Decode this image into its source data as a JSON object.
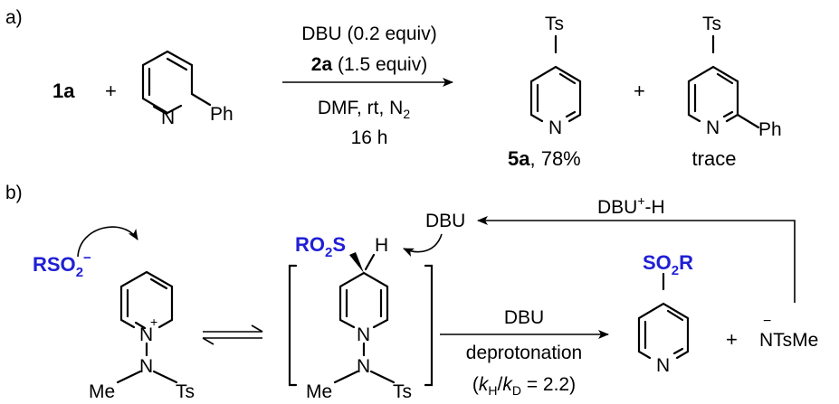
{
  "panel_a": {
    "label": "a)",
    "reactant_1": "1a",
    "plus_1": "+",
    "pyridine_n": "N",
    "pyridine_ph": "Ph",
    "condition_1": "DBU (0.2 equiv)",
    "condition_2_compound": "2a",
    "condition_2_rest": " (1.5 equiv)",
    "condition_3": "DMF, rt, N",
    "condition_3_sub": "2",
    "condition_4": "16 h",
    "product_1_ts": "Ts",
    "product_1_n": "N",
    "product_1_compound": "5a",
    "product_1_yield": ", 78%",
    "plus_2": "+",
    "product_2_ts": "Ts",
    "product_2_n": "N",
    "product_2_ph": "Ph",
    "product_2_yield": "trace"
  },
  "panel_b": {
    "label": "b)",
    "sulfinate_main": "RSO",
    "sulfinate_sub": "2",
    "sulfinate_charge": "−",
    "pyridinium_n": "N",
    "pyridinium_plus": "+",
    "pyridinium_n2": "N",
    "pyridinium_me": "Me",
    "pyridinium_ts": "Ts",
    "intermediate_ro2s_main": "RO",
    "intermediate_ro2s_sub": "2",
    "intermediate_ro2s_s": "S",
    "intermediate_h": "H",
    "intermediate_n": "N",
    "intermediate_n2": "N",
    "intermediate_me": "Me",
    "intermediate_ts": "Ts",
    "dbu_top": "DBU",
    "dbuh_label_main": "DBU",
    "dbuh_label_sup": "+",
    "dbuh_label_rest": "-H",
    "arrow_top": "DBU",
    "arrow_bottom": "deprotonation",
    "kie_open": "(",
    "kie_kh": "k",
    "kie_kh_sub": "H",
    "kie_slash": "/",
    "kie_kd": "k",
    "kie_kd_sub": "D",
    "kie_close": " = 2.2)",
    "product_so2r_main": "SO",
    "product_so2r_sub": "2",
    "product_so2r_r": "R",
    "product_n": "N",
    "plus": "+",
    "amide_charge": "−",
    "amide": "NTsMe"
  },
  "colors": {
    "highlight": "#1f1fd6",
    "ink": "#000000"
  }
}
